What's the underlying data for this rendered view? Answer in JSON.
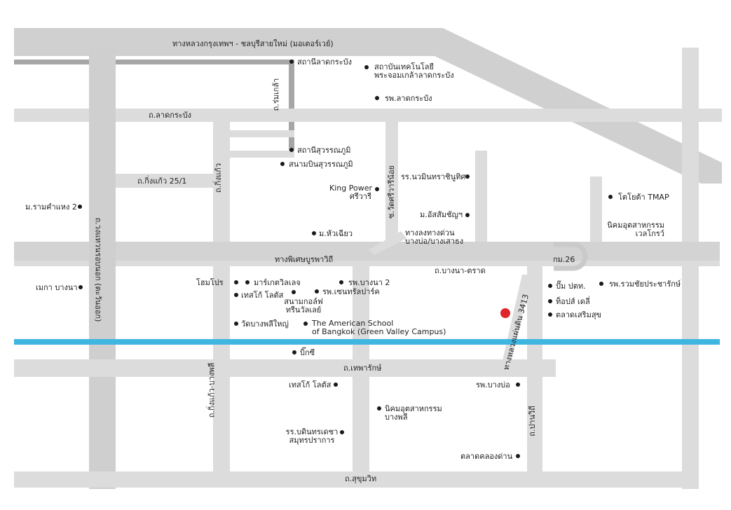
{
  "colors": {
    "road": "#dcdcdc",
    "expressway": "#cfcfcf",
    "rail": "#a8a8a8",
    "canal": "#3fb6e0",
    "marker": "#e0242b",
    "text": "#222222"
  },
  "roads": {
    "motorway": "ทางหลวงกรุงเทพฯ - ชลบุรีสายใหม่ (มอเตอร์เวย์)",
    "lat_krabang": "ถ.ลาดกระบัง",
    "rom_klao": "ถ.ร่มเกล้า",
    "king_kaeo": "ถ.กิ่งแก้ว",
    "king_kaeo_25_1": "ถ.กิ่งแก้ว 25/1",
    "wat_si_waree": "ซ.วัดศรีวารีน้อย",
    "outer_ring": "ถ.วงแหวนรอบนอก (ตะวันออก)",
    "phiset_burapha": "ทางพิเศษบูรพาวิถี",
    "bangna_trat": "ถ.บางนา-ตราด",
    "exit_line1": "ทางลงทางด่วน",
    "exit_line2": "บางบ่อ/บางเสาธง",
    "km26": "กม.26",
    "highway_3413": "ทางหลวงแผ่นดิน 3413",
    "thepharak": "ถ.เทพารักษ์",
    "king_kaeo_bang_phli": "ถ.กิ่งแก้ว-บางพลี",
    "pan_withi": "ถ.ปานวิถี",
    "sukhumvit": "ถ.สุขุมวิท"
  },
  "places": {
    "lat_krabang_station": "สถานีลาดกระบัง",
    "kmitl_1": "สถาบันเทคโนโลยี",
    "kmitl_2": "พระจอมเกล้าลาดกระบัง",
    "lat_krabang_hospital": "รพ.ลาดกระบัง",
    "suvarnabhumi_station": "สถานีสุวรรณภูมิ",
    "suvarnabhumi_airport": "สนามบินสุวรรณภูมิ",
    "navamin_school": "รร.นวมินทราชินูทิศ",
    "king_power_1": "King Power",
    "king_power_2": "ศรีวารี",
    "ussomchai": "ม.อัสสัมชัญฯ",
    "ram_2": "ม.รามคำแหง 2",
    "hua_chiew": "ม.หัวเฉียว",
    "toyota_tmap": "โตโยต้า TMAP",
    "velgrow_1": "นิคมอุตสาหกรรม",
    "velgrow_2": "เวลโกรว์",
    "mega_bangna": "เมกา บางนา",
    "homepro": "โฮมโปร",
    "market_village": "มาร์เกตวิลเลจ",
    "tesco_1": "เทสโก้ โลตัส",
    "bangna2_hospital": "รพ.บางนา 2",
    "central_park_hospital": "รพ.เซนทรัลปาร์ค",
    "golf_1": "สนามกอล์ฟ",
    "golf_2": "ทรีนวัลเลย์",
    "wat_bang_phli": "วัดบางพลีใหญ่",
    "asb_1": "The American School",
    "asb_2": "of Bangkok (Green Valley Campus)",
    "ptt": "ปั๊ม ปตท.",
    "ruamchai_hospital": "รพ.รวมชัยประชารักษ์",
    "tops_daily": "ท็อปส์ เดลี่",
    "talat_roem_suk": "ตลาดเสริมสุข",
    "big_c": "บิ๊กซี",
    "tesco_2": "เทสโก้ โลตัส",
    "bang_bo_hospital": "รพ.บางบ่อ",
    "bangphli_ie_1": "นิคมอุตสาหกรรม",
    "bangphli_ie_2": "บางพลี",
    "bodindecha_1": "รร.บดินทรเดชา",
    "bodindecha_2": "สมุทรปราการ",
    "khlong_dan_market": "ตลาดคลองด่าน"
  },
  "map": {
    "main_location_marker": "red-dot"
  }
}
